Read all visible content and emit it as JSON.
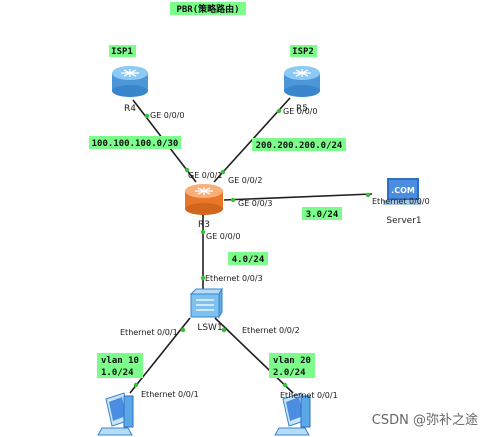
{
  "title": "PBR(策略路由)",
  "colors": {
    "highlight": "#7CFC8A",
    "link": "#1f1f1f",
    "port_dot": "#35c135",
    "router_blue": "#5aa8e6",
    "router_orange": "#f08a3c",
    "switch_blue": "#7ec1ef",
    "server_blue": "#3a7fd5"
  },
  "tags": {
    "isp1": "ISP1",
    "isp2": "ISP2",
    "net_r4": "100.100.100.0/30",
    "net_r5": "200.200.200.0/24",
    "net_server": "3.0/24",
    "net_sw": "4.0/24",
    "vlan10_line1": "vlan 10",
    "vlan10_line2": "1.0/24",
    "vlan20_line1": "vlan 20",
    "vlan20_line2": "2.0/24"
  },
  "devices": {
    "r4": "R4",
    "r5": "R5",
    "r3": "R3",
    "server": "Server1",
    "server_badge": ".COM",
    "switch": "LSW1"
  },
  "ports": {
    "r4_g000": "GE 0/0/0",
    "r5_g000": "GE 0/0/0",
    "r3_g001": "GE 0/0/1",
    "r3_g002": "GE 0/0/2",
    "r3_g003": "GE 0/0/3",
    "r3_g000": "GE 0/0/0",
    "server_e000": "Ethernet 0/0/0",
    "sw_e003": "Ethernet 0/0/3",
    "sw_e001": "Ethernet 0/0/1",
    "sw_e002": "Ethernet 0/0/2",
    "pc1_e001": "Ethernet 0/0/1",
    "pc2_e001": "Ethernet 0/0/1"
  },
  "watermark": "CSDN @弥补之途"
}
